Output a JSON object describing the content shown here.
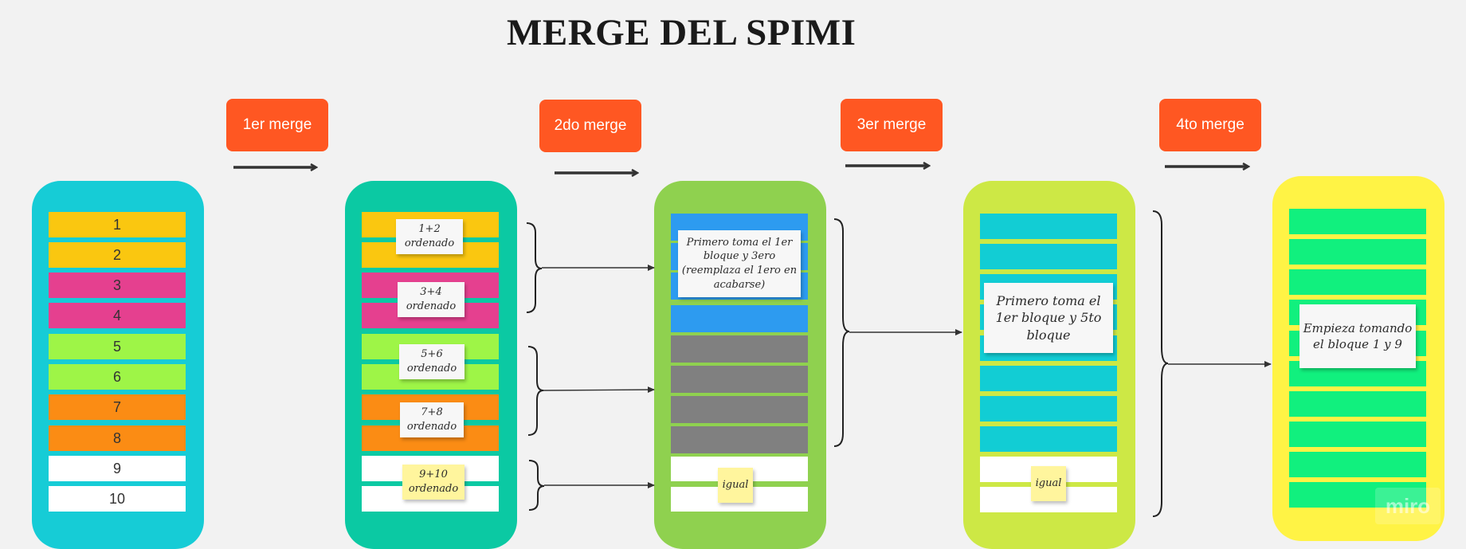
{
  "title": "MERGE DEL SPIMI",
  "merges": [
    "1er merge",
    "2do merge",
    "3er merge",
    "4to merge"
  ],
  "column1": {
    "labels": [
      "1",
      "2",
      "3",
      "4",
      "5",
      "6",
      "7",
      "8",
      "9",
      "10"
    ]
  },
  "column2": {
    "notes": [
      "1+2 ordenado",
      "3+4 ordenado",
      "5+6 ordenado",
      "7+8 ordenado",
      "9+10 ordenado"
    ]
  },
  "column3": {
    "note_main": "Primero toma el 1er bloque y 3ero (reemplaza el 1ero en acabarse)",
    "note_equal": "igual"
  },
  "column4": {
    "note_main": "Primero toma el 1er bloque y 5to bloque",
    "note_equal": "igual"
  },
  "column5": {
    "note_main": "Empieza tomando el bloque 1 y 9"
  },
  "watermark": "miro",
  "colors": {
    "col1": "#16ccd6",
    "col2": "#0bc9a3",
    "col3": "#8fd14f",
    "col4": "#cde845",
    "col5": "#fff345",
    "yellow": "#fac710",
    "pink": "#e5408f",
    "lime": "#9ef547",
    "orange": "#fb8c14",
    "white": "#ffffff",
    "blue": "#2d9bf0",
    "gray": "#808080",
    "cyan": "#12cdd4",
    "green": "#11f07e",
    "tag": "#ff5722"
  }
}
